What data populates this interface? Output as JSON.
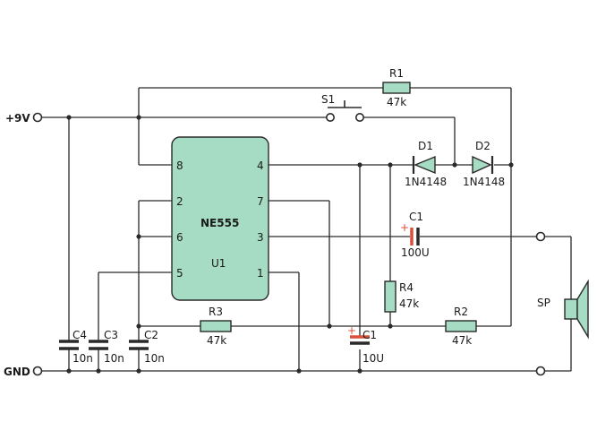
{
  "rails": {
    "vcc": "+9V",
    "gnd": "GND"
  },
  "ic": {
    "name": "NE555",
    "ref": "U1",
    "pins": {
      "p8": "8",
      "p4": "4",
      "p2": "2",
      "p7": "7",
      "p6": "6",
      "p3": "3",
      "p5": "5",
      "p1": "1"
    }
  },
  "switch": {
    "ref": "S1"
  },
  "resistors": {
    "r1": {
      "ref": "R1",
      "value": "47k"
    },
    "r2": {
      "ref": "R2",
      "value": "47k"
    },
    "r3": {
      "ref": "R3",
      "value": "47k"
    },
    "r4": {
      "ref": "R4",
      "value": "47k"
    }
  },
  "diodes": {
    "d1": {
      "ref": "D1",
      "part": "1N4148"
    },
    "d2": {
      "ref": "D2",
      "part": "1N4148"
    }
  },
  "capacitors": {
    "c1_top": {
      "ref": "C1",
      "value": "100U"
    },
    "c1_bottom": {
      "ref": "C1",
      "value": "10U"
    },
    "c2": {
      "ref": "C2",
      "value": "10n"
    },
    "c3": {
      "ref": "C3",
      "value": "10n"
    },
    "c4": {
      "ref": "C4",
      "value": "10n"
    }
  },
  "polarity": "+",
  "speaker": {
    "ref": "SP"
  },
  "colors": {
    "component_fill": "#a6dcc4",
    "polarized_cap_plate": "#d9503a",
    "wire": "#2a2a2a"
  }
}
